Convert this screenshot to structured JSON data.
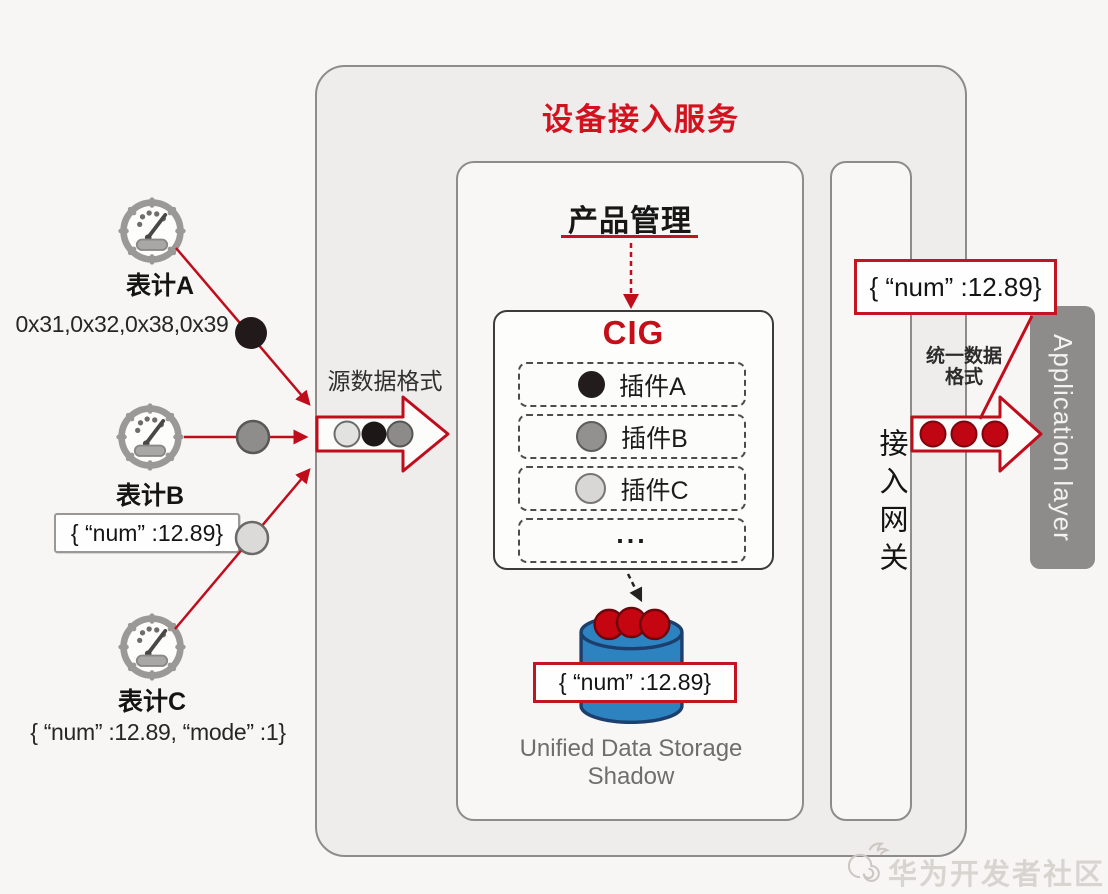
{
  "title": "设备接入服务",
  "meters": {
    "a": {
      "label": "表计A",
      "value": "0x31,0x32,0x38,0x39"
    },
    "b": {
      "label": "表计B",
      "value": "{ “num” :12.89}"
    },
    "c": {
      "label": "表计C",
      "value": "{ “num” :12.89, “mode” :1}"
    }
  },
  "source_format_label": "源数据格式",
  "central": {
    "product_mgmt_title": "产品管理",
    "cig_title": "CIG",
    "plugins": [
      {
        "label": "插件A"
      },
      {
        "label": "插件B"
      },
      {
        "label": "插件C"
      },
      {
        "label": "..."
      }
    ],
    "storage_value": "{ “num” :12.89}",
    "storage_caption": {
      "line1": "Unified Data Storage",
      "line2": "Shadow"
    }
  },
  "gateway": {
    "label": "接入网关"
  },
  "right": {
    "value": "{ “num” :12.89}",
    "unified_format": {
      "line1": "统一数据",
      "line2": "格式"
    },
    "app_layer_label": "Application layer"
  },
  "watermark": {
    "text": "华为开发者社区"
  },
  "colors": {
    "accent_red": "#c31421",
    "title_red": "#d2121f",
    "cylinder_blue": "#2d82c0",
    "app_layer_gray": "#8d8c8b"
  }
}
